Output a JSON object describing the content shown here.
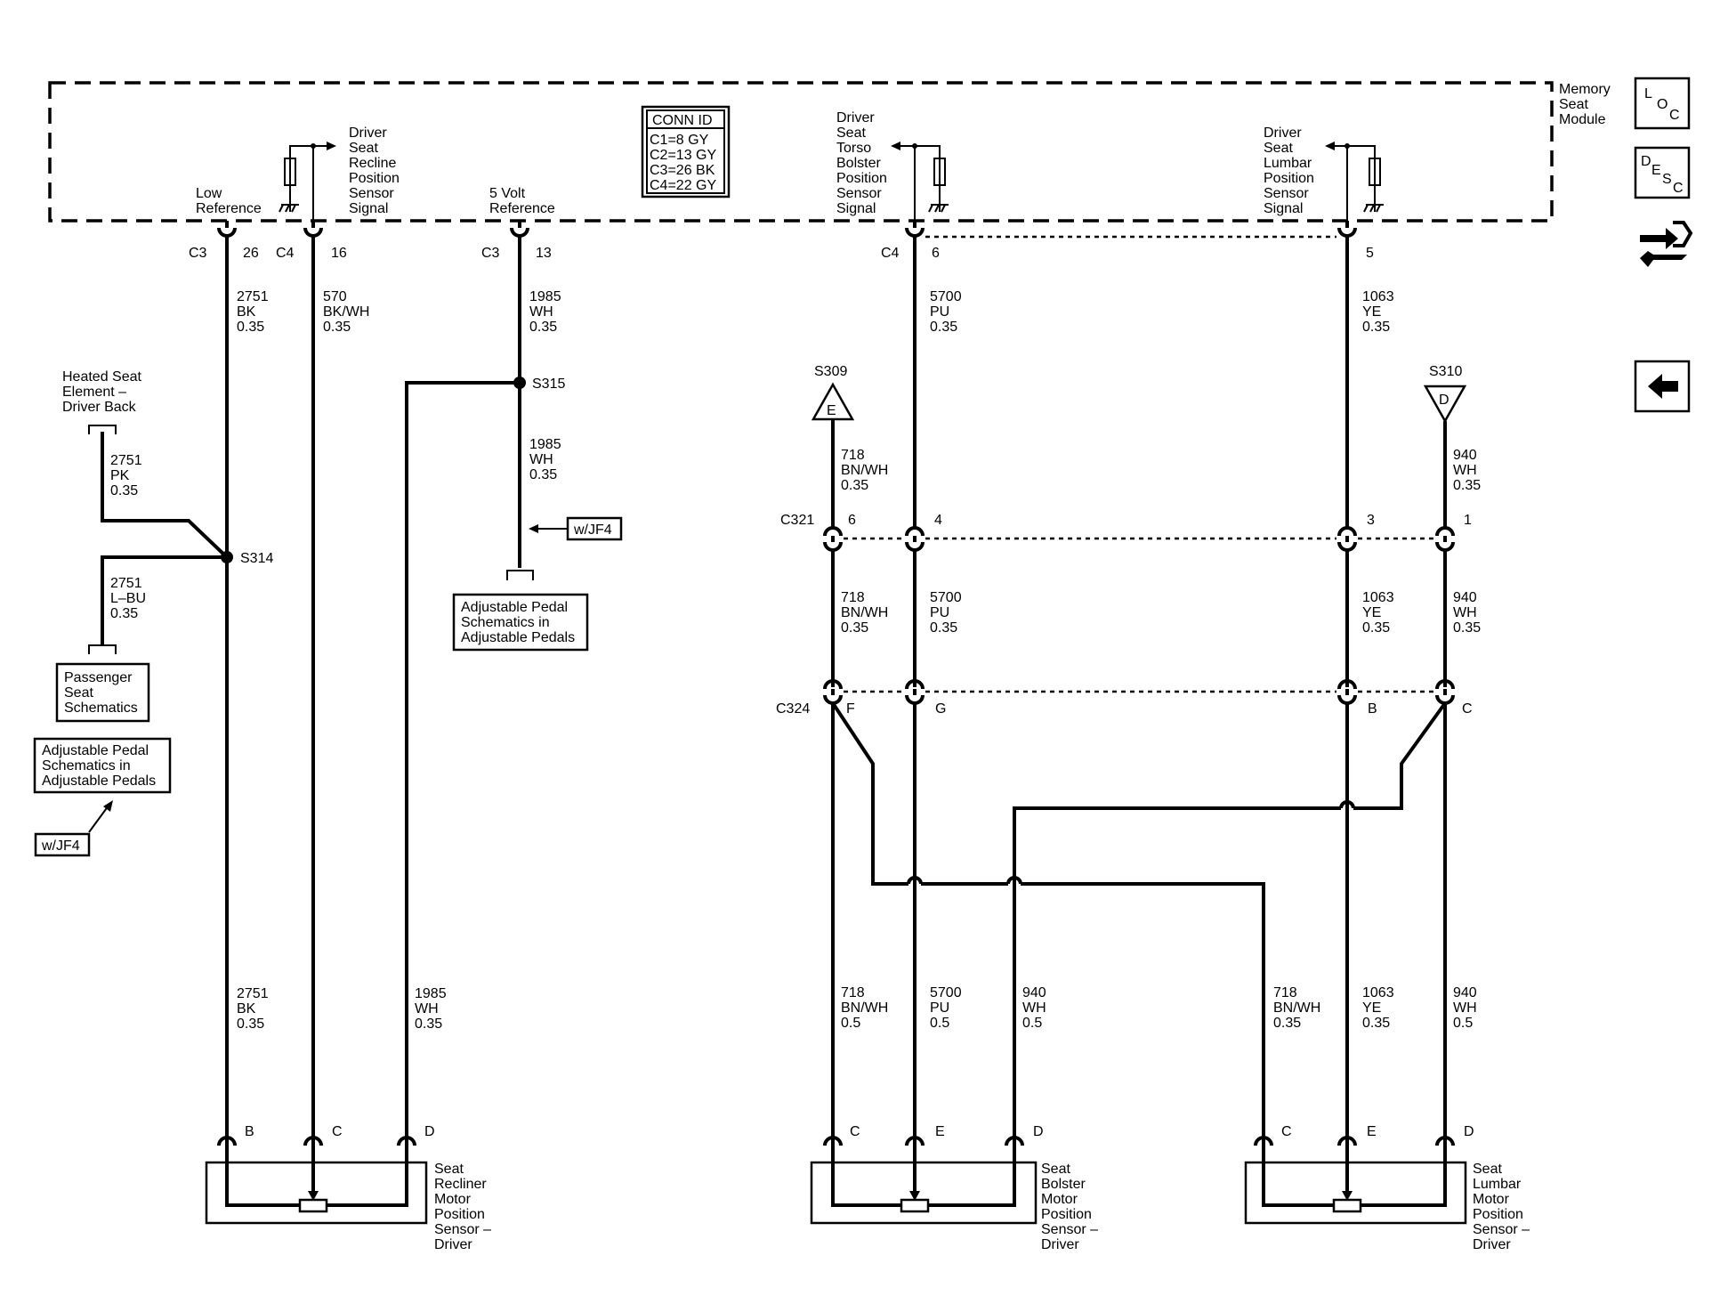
{
  "module": {
    "lines": [
      "Memory",
      "Seat",
      "Module"
    ]
  },
  "conn_id": {
    "title": "CONN ID",
    "lines": [
      "C1=8 GY",
      "C2=13 GY",
      "C3=26 BK",
      "C4=22 GY"
    ]
  },
  "module_labels": {
    "low_ref": [
      "Low",
      "Reference"
    ],
    "recline_sig": [
      "Driver",
      "Seat",
      "Recline",
      "Position",
      "Sensor",
      "Signal"
    ],
    "five_volt": [
      "5 Volt",
      "Reference"
    ],
    "bolster_sig": [
      "Driver",
      "Seat",
      "Torso",
      "Bolster",
      "Position",
      "Sensor",
      "Signal"
    ],
    "lumbar_sig": [
      "Driver",
      "Seat",
      "Lumbar",
      "Position",
      "Sensor",
      "Signal"
    ]
  },
  "pins": {
    "c3": "C3",
    "c4": "C4",
    "p26": "26",
    "p16": "16",
    "p13": "13",
    "p6": "6",
    "p5": "5"
  },
  "wires": {
    "w2751_top": [
      "2751",
      "BK",
      "0.35"
    ],
    "w570": [
      "570",
      "BK/WH",
      "0.35"
    ],
    "w1985_top": [
      "1985",
      "WH",
      "0.35"
    ],
    "w1985_mid": [
      "1985",
      "WH",
      "0.35"
    ],
    "w5700_top": [
      "5700",
      "PU",
      "0.35"
    ],
    "w1063_top": [
      "1063",
      "YE",
      "0.35"
    ],
    "w2751_pk": [
      "2751",
      "PK",
      "0.35"
    ],
    "w2751_lbu": [
      "2751",
      "L–BU",
      "0.35"
    ],
    "w718_a": [
      "718",
      "BN/WH",
      "0.35"
    ],
    "w940_a": [
      "940",
      "WH",
      "0.35"
    ],
    "w718_b": [
      "718",
      "BN/WH",
      "0.35"
    ],
    "w5700_b": [
      "5700",
      "PU",
      "0.35"
    ],
    "w1063_b": [
      "1063",
      "YE",
      "0.35"
    ],
    "w940_b": [
      "940",
      "WH",
      "0.35"
    ],
    "w2751_bot": [
      "2751",
      "BK",
      "0.35"
    ],
    "w1985_bot": [
      "1985",
      "WH",
      "0.35"
    ],
    "w718_c": [
      "718",
      "BN/WH",
      "0.5"
    ],
    "w5700_c": [
      "5700",
      "PU",
      "0.5"
    ],
    "w940_c": [
      "940",
      "WH",
      "0.5"
    ],
    "w718_d": [
      "718",
      "BN/WH",
      "0.35"
    ],
    "w1063_d": [
      "1063",
      "YE",
      "0.35"
    ],
    "w940_d": [
      "940",
      "WH",
      "0.5"
    ]
  },
  "splices": {
    "s314": "S314",
    "s315": "S315",
    "s309": "S309",
    "s310": "S310",
    "e": "E",
    "d": "D"
  },
  "connectors": {
    "c321": "C321",
    "c321_pins": [
      "6",
      "4",
      "3",
      "1"
    ],
    "c324": "C324",
    "c324_pins": [
      "F",
      "G",
      "B",
      "C"
    ]
  },
  "refs": {
    "heated": [
      "Heated Seat",
      "Element –",
      "Driver Back"
    ],
    "passenger": [
      "Passenger",
      "Seat",
      "Schematics"
    ],
    "adj_left": [
      "Adjustable Pedal",
      "Schematics in",
      "Adjustable Pedals"
    ],
    "adj_mid": [
      "Adjustable Pedal",
      "Schematics in",
      "Adjustable Pedals"
    ],
    "wjf4_mid": "w/JF4",
    "wjf4_left": "w/JF4"
  },
  "sensors": {
    "recliner": {
      "pins": [
        "B",
        "C",
        "D"
      ],
      "lines": [
        "Seat",
        "Recliner",
        "Motor",
        "Position",
        "Sensor –",
        "Driver"
      ]
    },
    "bolster": {
      "pins": [
        "C",
        "E",
        "D"
      ],
      "lines": [
        "Seat",
        "Bolster",
        "Motor",
        "Position",
        "Sensor –",
        "Driver"
      ]
    },
    "lumbar": {
      "pins": [
        "C",
        "E",
        "D"
      ],
      "lines": [
        "Seat",
        "Lumbar",
        "Motor",
        "Position",
        "Sensor –",
        "Driver"
      ]
    }
  },
  "nav": {
    "loc": [
      "L",
      "O",
      "C"
    ],
    "desc": [
      "D",
      "E",
      "S",
      "C"
    ]
  }
}
